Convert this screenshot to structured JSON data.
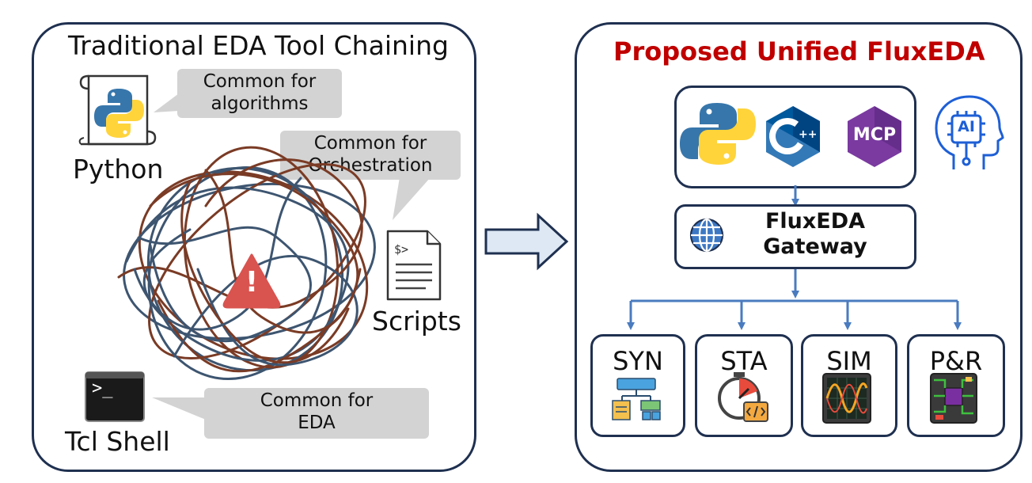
{
  "left": {
    "title": "Traditional EDA Tool Chaining",
    "python_label": "Python",
    "callout_algorithms_line1": "Common for",
    "callout_algorithms_line2": "algorithms",
    "callout_orchestration_line1": "Common for",
    "callout_orchestration_line2": "Orchestration",
    "scripts_label": "Scripts",
    "script_icon_text": "$>",
    "terminal_prompt": ">_",
    "callout_eda_line1": "Common for",
    "callout_eda_line2": "EDA",
    "tcl_label": "Tcl Shell",
    "warning_symbol": "!"
  },
  "right": {
    "title": "Proposed Unified FluxEDA",
    "mcp_text": "MCP",
    "cpp_text": "++",
    "ai_text": "AI",
    "gateway_line1": "FluxEDA",
    "gateway_line2": "Gateway",
    "modules": [
      "SYN",
      "STA",
      "SIM",
      "P&R"
    ]
  },
  "colors": {
    "panel_border": "#1f3050",
    "title_red": "#c00000",
    "arrow_blue": "#4a7bbf",
    "callout_gray": "#d3d3d3",
    "tangle_brown": "#7a3b25",
    "tangle_blue": "#3d5570",
    "warning_red": "#d9534f"
  }
}
